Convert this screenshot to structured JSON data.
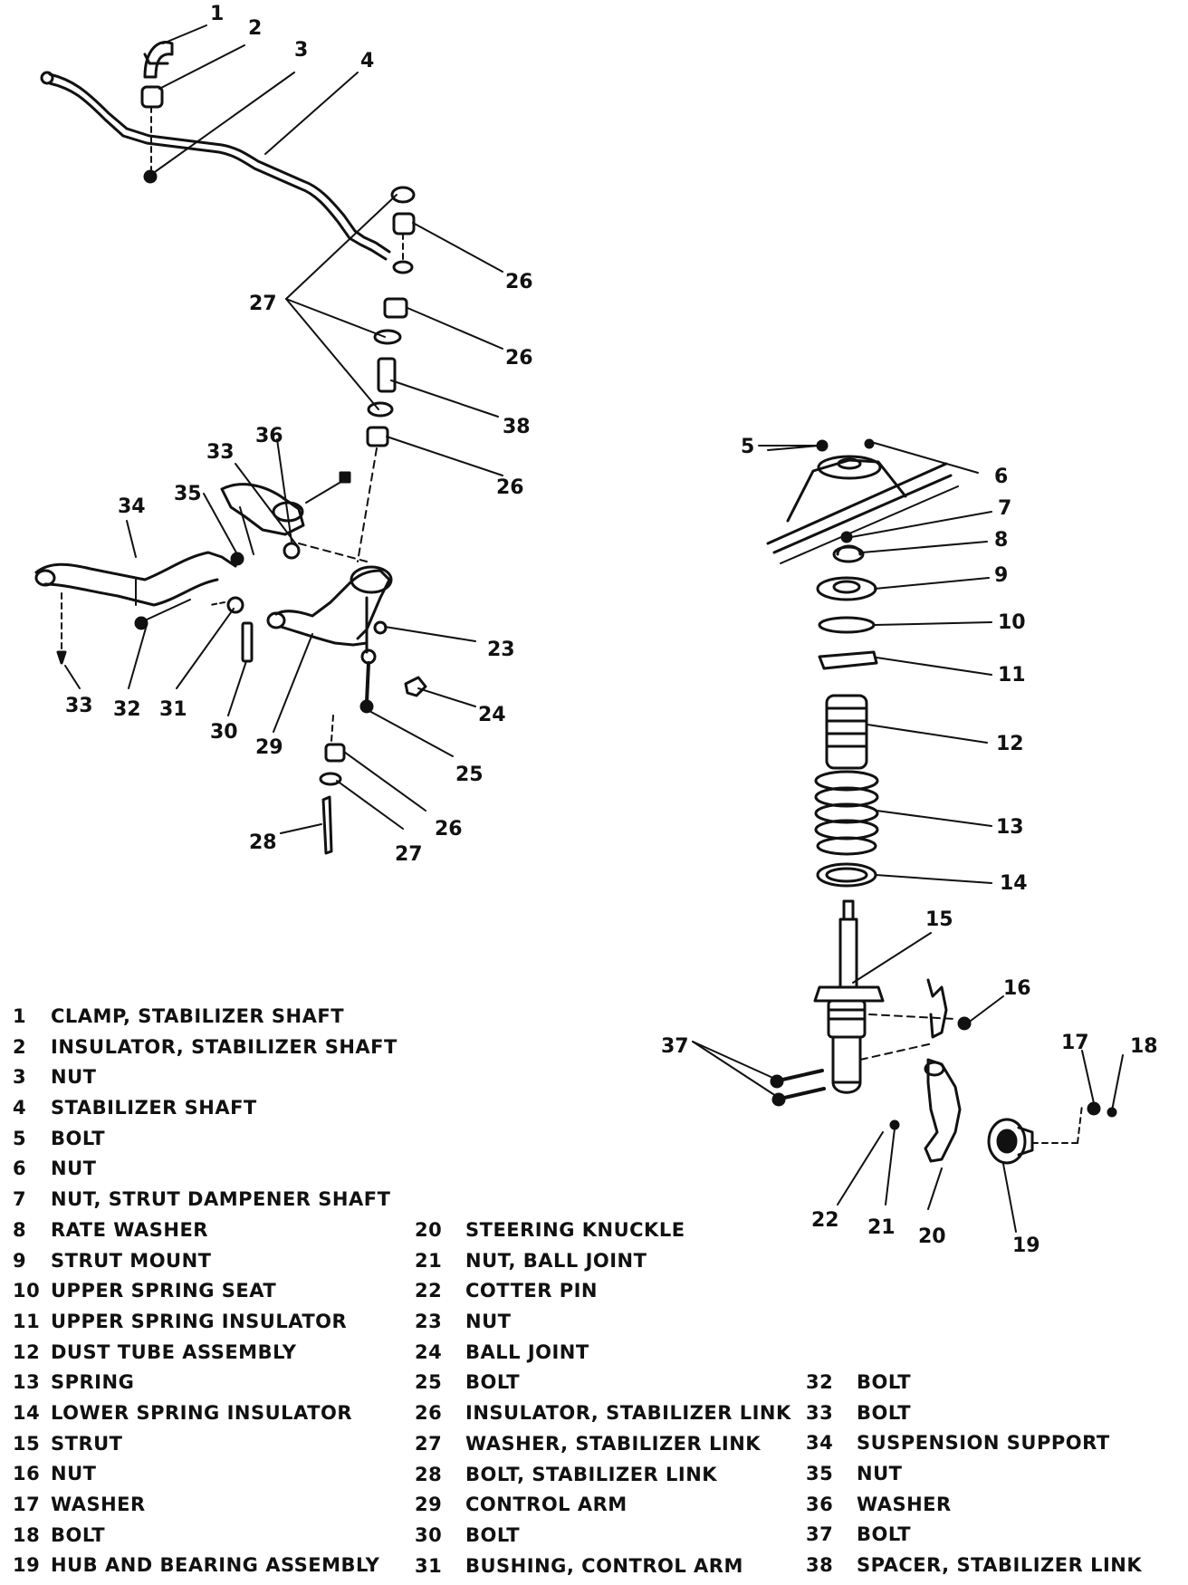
{
  "callouts": {
    "c1": "1",
    "c2": "2",
    "c3": "3",
    "c4": "4",
    "c5": "5",
    "c6": "6",
    "c7": "7",
    "c8": "8",
    "c9": "9",
    "c10": "10",
    "c11": "11",
    "c12": "12",
    "c13": "13",
    "c14": "14",
    "c15": "15",
    "c16": "16",
    "c17": "17",
    "c18": "18",
    "c19": "19",
    "c20": "20",
    "c21": "21",
    "c22": "22",
    "c23": "23",
    "c24": "24",
    "c25": "25",
    "c26a": "26",
    "c26b": "26",
    "c26c": "26",
    "c26d": "26",
    "c27a": "27",
    "c27b": "27",
    "c28": "28",
    "c29": "29",
    "c30": "30",
    "c31": "31",
    "c32": "32",
    "c33a": "33",
    "c33b": "33",
    "c34": "34",
    "c35": "35",
    "c36": "36",
    "c37": "37",
    "c38": "38"
  },
  "legend": {
    "col1": [
      {
        "num": "1",
        "label": "CLAMP, STABILIZER SHAFT"
      },
      {
        "num": "2",
        "label": "INSULATOR, STABILIZER SHAFT"
      },
      {
        "num": "3",
        "label": "NUT"
      },
      {
        "num": "4",
        "label": "STABILIZER SHAFT"
      },
      {
        "num": "5",
        "label": "BOLT"
      },
      {
        "num": "6",
        "label": "NUT"
      },
      {
        "num": "7",
        "label": "NUT, STRUT DAMPENER SHAFT"
      },
      {
        "num": "8",
        "label": "RATE WASHER"
      },
      {
        "num": "9",
        "label": "STRUT MOUNT"
      },
      {
        "num": "10",
        "label": "UPPER SPRING SEAT"
      },
      {
        "num": "11",
        "label": "UPPER SPRING INSULATOR"
      },
      {
        "num": "12",
        "label": "DUST TUBE ASSEMBLY"
      },
      {
        "num": "13",
        "label": "SPRING"
      },
      {
        "num": "14",
        "label": "LOWER SPRING INSULATOR"
      },
      {
        "num": "15",
        "label": "STRUT"
      },
      {
        "num": "16",
        "label": "NUT"
      },
      {
        "num": "17",
        "label": "WASHER"
      },
      {
        "num": "18",
        "label": "BOLT"
      },
      {
        "num": "19",
        "label": "HUB AND BEARING ASSEMBLY"
      }
    ],
    "col2": [
      {
        "num": "20",
        "label": "STEERING KNUCKLE"
      },
      {
        "num": "21",
        "label": "NUT, BALL JOINT"
      },
      {
        "num": "22",
        "label": "COTTER PIN"
      },
      {
        "num": "23",
        "label": "NUT"
      },
      {
        "num": "24",
        "label": "BALL JOINT"
      },
      {
        "num": "25",
        "label": "BOLT"
      },
      {
        "num": "26",
        "label": "INSULATOR, STABILIZER LINK"
      },
      {
        "num": "27",
        "label": "WASHER, STABILIZER LINK"
      },
      {
        "num": "28",
        "label": "BOLT, STABILIZER LINK"
      },
      {
        "num": "29",
        "label": "CONTROL ARM"
      },
      {
        "num": "30",
        "label": "BOLT"
      },
      {
        "num": "31",
        "label": "BUSHING, CONTROL ARM"
      }
    ],
    "col3": [
      {
        "num": "32",
        "label": "BOLT"
      },
      {
        "num": "33",
        "label": "BOLT"
      },
      {
        "num": "34",
        "label": "SUSPENSION SUPPORT"
      },
      {
        "num": "35",
        "label": "NUT"
      },
      {
        "num": "36",
        "label": "WASHER"
      },
      {
        "num": "37",
        "label": "BOLT"
      },
      {
        "num": "38",
        "label": "SPACER, STABILIZER LINK"
      }
    ]
  }
}
